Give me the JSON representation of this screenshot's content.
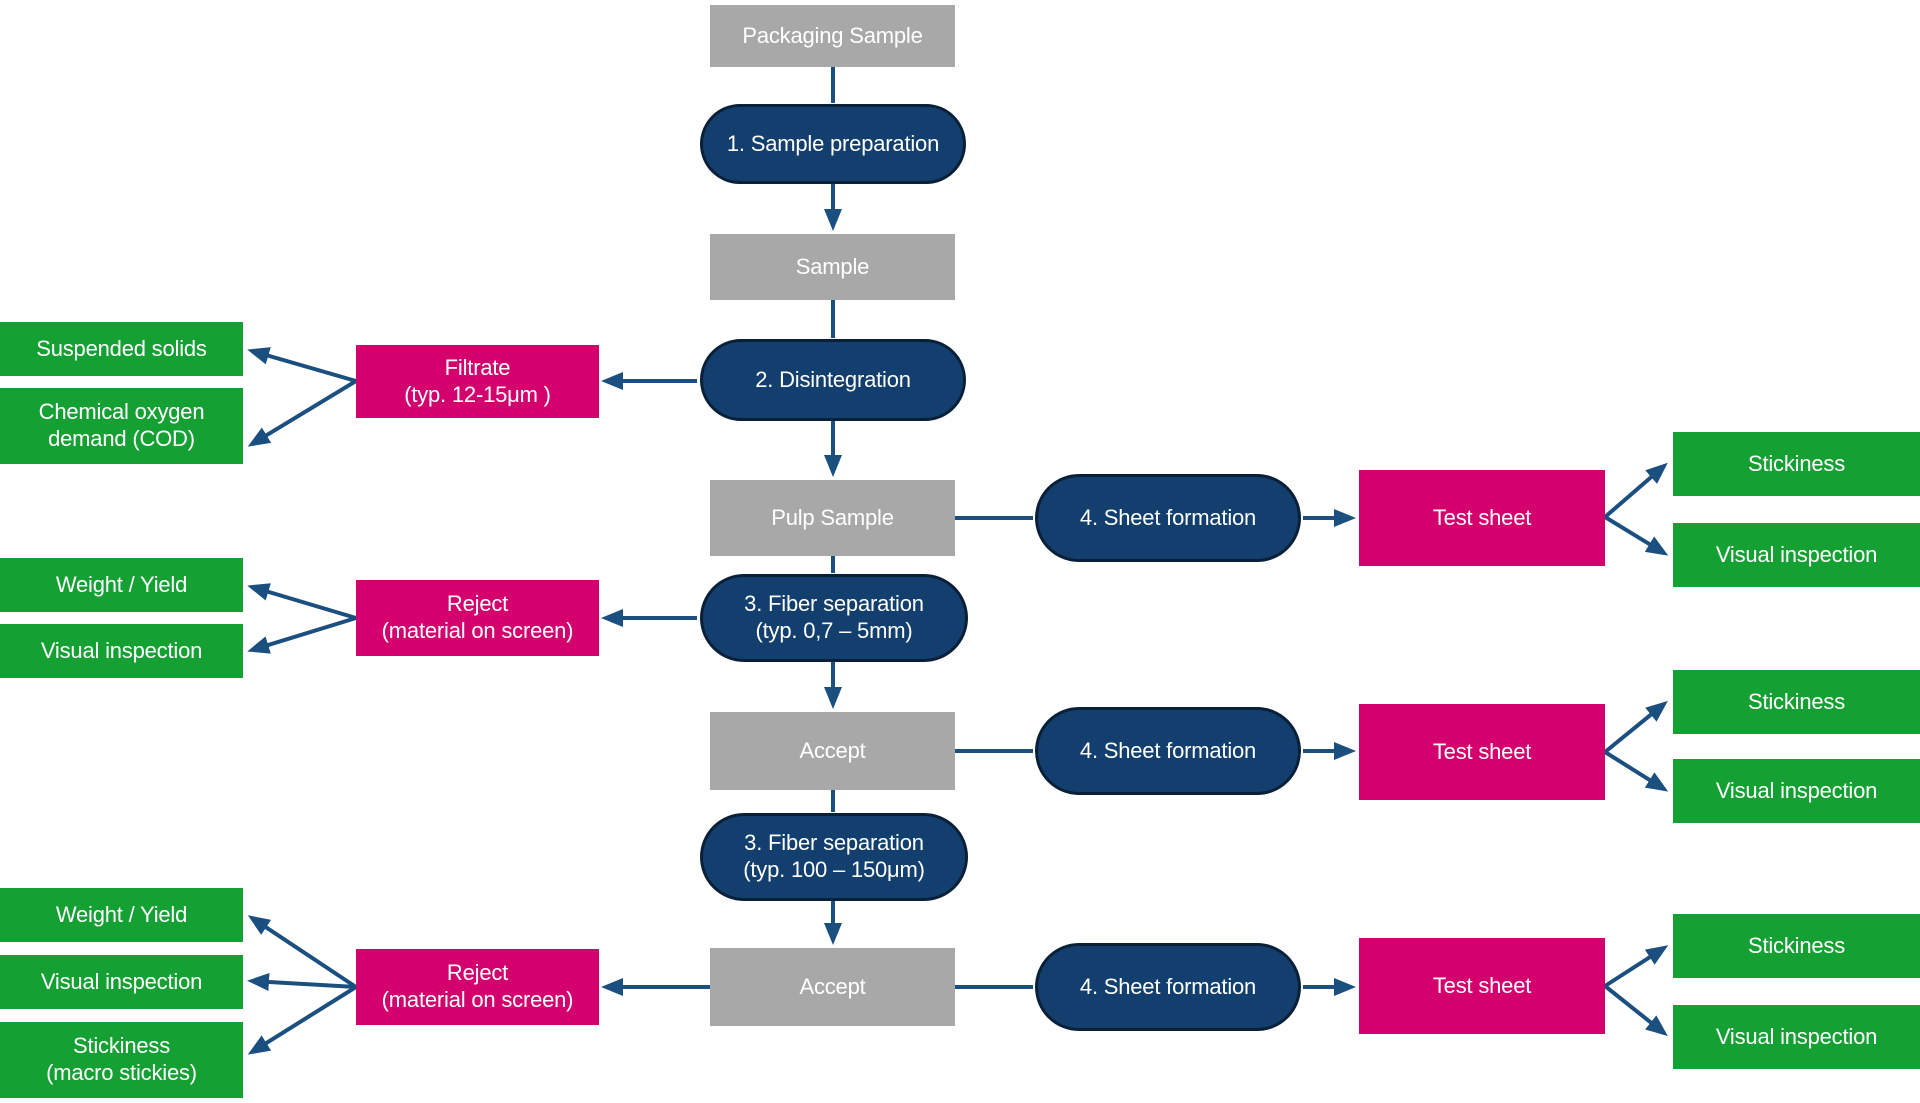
{
  "diagram_type": "flowchart",
  "colors": {
    "process_step": "#123F6D",
    "process_step_border": "#0A2038",
    "intermediate_sample": "#A8A8A8",
    "fraction_output": "#D4006E",
    "measurement": "#15A034",
    "arrow": "#1B4F80",
    "text": "#FFFFFF",
    "background": "#FFFFFF"
  },
  "nodes": {
    "packaging_sample": {
      "label": "Packaging Sample",
      "type": "sample"
    },
    "sample_preparation": {
      "label": "1. Sample preparation",
      "type": "process"
    },
    "sample": {
      "label": "Sample",
      "type": "sample"
    },
    "disintegration": {
      "label": "2. Disintegration",
      "type": "process"
    },
    "filtrate": {
      "label": "Filtrate\n(typ. 12-15μm )",
      "type": "fraction"
    },
    "suspended_solids": {
      "label": "Suspended solids",
      "type": "measurement"
    },
    "cod": {
      "label": "Chemical oxygen\ndemand (COD)",
      "type": "measurement"
    },
    "pulp_sample": {
      "label": "Pulp Sample",
      "type": "sample"
    },
    "sheet_formation_1": {
      "label": "4. Sheet formation",
      "type": "process"
    },
    "test_sheet_1": {
      "label": "Test sheet",
      "type": "fraction"
    },
    "stickiness_1": {
      "label": "Stickiness",
      "type": "measurement"
    },
    "visual_inspection_r1": {
      "label": "Visual inspection",
      "type": "measurement"
    },
    "fiber_separation_1": {
      "label": "3. Fiber separation\n(typ. 0,7 – 5mm)",
      "type": "process"
    },
    "reject_1": {
      "label": "Reject\n(material on screen)",
      "type": "fraction"
    },
    "weight_yield_1": {
      "label": "Weight / Yield",
      "type": "measurement"
    },
    "visual_inspection_l1": {
      "label": "Visual inspection",
      "type": "measurement"
    },
    "accept_1": {
      "label": "Accept",
      "type": "sample"
    },
    "sheet_formation_2": {
      "label": "4. Sheet formation",
      "type": "process"
    },
    "test_sheet_2": {
      "label": "Test sheet",
      "type": "fraction"
    },
    "stickiness_2": {
      "label": "Stickiness",
      "type": "measurement"
    },
    "visual_inspection_r2": {
      "label": "Visual inspection",
      "type": "measurement"
    },
    "fiber_separation_2": {
      "label": "3. Fiber separation\n(typ. 100 – 150μm)",
      "type": "process"
    },
    "accept_2": {
      "label": "Accept",
      "type": "sample"
    },
    "reject_2": {
      "label": "Reject\n(material on screen)",
      "type": "fraction"
    },
    "weight_yield_2": {
      "label": "Weight / Yield",
      "type": "measurement"
    },
    "visual_inspection_l2": {
      "label": "Visual inspection",
      "type": "measurement"
    },
    "stickiness_macro": {
      "label": "Stickiness\n(macro stickies)",
      "type": "measurement"
    },
    "sheet_formation_3": {
      "label": "4. Sheet formation",
      "type": "process"
    },
    "test_sheet_3": {
      "label": "Test sheet",
      "type": "fraction"
    },
    "stickiness_3": {
      "label": "Stickiness",
      "type": "measurement"
    },
    "visual_inspection_r3": {
      "label": "Visual inspection",
      "type": "measurement"
    }
  },
  "edges": [
    {
      "from": "packaging_sample",
      "to": "sample_preparation",
      "arrowhead": false
    },
    {
      "from": "sample_preparation",
      "to": "sample",
      "arrowhead": true
    },
    {
      "from": "sample",
      "to": "disintegration",
      "arrowhead": false
    },
    {
      "from": "disintegration",
      "to": "filtrate",
      "arrowhead": true
    },
    {
      "from": "filtrate",
      "to": "suspended_solids",
      "arrowhead": true
    },
    {
      "from": "filtrate",
      "to": "cod",
      "arrowhead": true
    },
    {
      "from": "disintegration",
      "to": "pulp_sample",
      "arrowhead": true
    },
    {
      "from": "pulp_sample",
      "to": "sheet_formation_1",
      "arrowhead": false
    },
    {
      "from": "sheet_formation_1",
      "to": "test_sheet_1",
      "arrowhead": true
    },
    {
      "from": "test_sheet_1",
      "to": "stickiness_1",
      "arrowhead": true
    },
    {
      "from": "test_sheet_1",
      "to": "visual_inspection_r1",
      "arrowhead": true
    },
    {
      "from": "pulp_sample",
      "to": "fiber_separation_1",
      "arrowhead": false
    },
    {
      "from": "fiber_separation_1",
      "to": "reject_1",
      "arrowhead": true
    },
    {
      "from": "reject_1",
      "to": "weight_yield_1",
      "arrowhead": true
    },
    {
      "from": "reject_1",
      "to": "visual_inspection_l1",
      "arrowhead": true
    },
    {
      "from": "fiber_separation_1",
      "to": "accept_1",
      "arrowhead": true
    },
    {
      "from": "accept_1",
      "to": "sheet_formation_2",
      "arrowhead": false
    },
    {
      "from": "sheet_formation_2",
      "to": "test_sheet_2",
      "arrowhead": true
    },
    {
      "from": "test_sheet_2",
      "to": "stickiness_2",
      "arrowhead": true
    },
    {
      "from": "test_sheet_2",
      "to": "visual_inspection_r2",
      "arrowhead": true
    },
    {
      "from": "accept_1",
      "to": "fiber_separation_2",
      "arrowhead": false
    },
    {
      "from": "fiber_separation_2",
      "to": "accept_2",
      "arrowhead": true
    },
    {
      "from": "accept_2",
      "to": "reject_2",
      "arrowhead": true
    },
    {
      "from": "reject_2",
      "to": "weight_yield_2",
      "arrowhead": true
    },
    {
      "from": "reject_2",
      "to": "visual_inspection_l2",
      "arrowhead": true
    },
    {
      "from": "reject_2",
      "to": "stickiness_macro",
      "arrowhead": true
    },
    {
      "from": "accept_2",
      "to": "sheet_formation_3",
      "arrowhead": false
    },
    {
      "from": "sheet_formation_3",
      "to": "test_sheet_3",
      "arrowhead": true
    },
    {
      "from": "test_sheet_3",
      "to": "stickiness_3",
      "arrowhead": true
    },
    {
      "from": "test_sheet_3",
      "to": "visual_inspection_r3",
      "arrowhead": true
    }
  ]
}
